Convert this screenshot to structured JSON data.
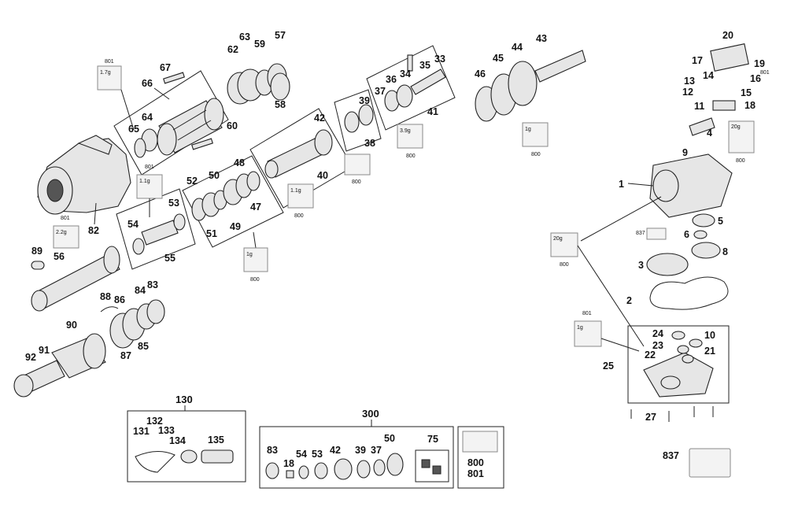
{
  "labels": {
    "l1": "1",
    "l2": "2",
    "l3": "3",
    "l4": "4",
    "l5": "5",
    "l6": "6",
    "l8": "8",
    "l9": "9",
    "l10": "10",
    "l11": "11",
    "l12": "12",
    "l13": "13",
    "l14": "14",
    "l15": "15",
    "l16": "16",
    "l17": "17",
    "l18": "18",
    "l19": "19",
    "l20": "20",
    "l21": "21",
    "l22": "22",
    "l23": "23",
    "l24": "24",
    "l25": "25",
    "l27": "27",
    "l33": "33",
    "l34": "34",
    "l35": "35",
    "l36": "36",
    "l37": "37",
    "l38": "38",
    "l39": "39",
    "l40": "40",
    "l41": "41",
    "l42": "42",
    "l43": "43",
    "l44": "44",
    "l45": "45",
    "l46": "46",
    "l47": "47",
    "l48": "48",
    "l49": "49",
    "l50": "50",
    "l51": "51",
    "l52": "52",
    "l53": "53",
    "l54": "54",
    "l55": "55",
    "l56": "56",
    "l57": "57",
    "l58": "58",
    "l59": "59",
    "l60": "60",
    "l62": "62",
    "l63": "63",
    "l64": "64",
    "l65": "65",
    "l66": "66",
    "l67": "67",
    "l82": "82",
    "l83": "83",
    "l84": "84",
    "l85": "85",
    "l86": "86",
    "l87": "87",
    "l88": "88",
    "l89": "89",
    "l90": "90",
    "l91": "91",
    "l92": "92"
  },
  "grease_tags": [
    {
      "id": "t801a",
      "top": "801",
      "amount": "1.7g"
    },
    {
      "id": "t801b",
      "top": "801",
      "amount": "1.1g"
    },
    {
      "id": "t801c",
      "top": "801",
      "amount": "2.2g"
    },
    {
      "id": "t800a",
      "bottom": "800",
      "amount": "1g"
    },
    {
      "id": "t800b",
      "bottom": "800",
      "amount": "1.1g"
    },
    {
      "id": "t800c",
      "bottom": "800",
      "amount": "3.9g"
    },
    {
      "id": "t800d",
      "bottom": "800",
      "amount": "1g"
    },
    {
      "id": "t800e",
      "bottom": "800",
      "amount": "20g"
    },
    {
      "id": "t800f",
      "bottom": "800",
      "amount": "20g"
    },
    {
      "id": "t801d",
      "top": "801",
      "amount": "1g"
    },
    {
      "id": "t801e",
      "top": "801",
      "amount": ""
    },
    {
      "id": "t800g",
      "bottom": "800",
      "amount": ""
    }
  ],
  "kit130": {
    "title": "130",
    "l131": "131",
    "l132": "132",
    "l133": "133",
    "l134": "134",
    "l135": "135"
  },
  "kit300": {
    "title": "300",
    "l83": "83",
    "l18": "18",
    "l54": "54",
    "l53": "53",
    "l42": "42",
    "l39": "39",
    "l37": "37",
    "l50": "50",
    "l75": "75"
  },
  "tools": {
    "l800": "800",
    "l801": "801"
  },
  "l837": "837",
  "l837b": "837"
}
